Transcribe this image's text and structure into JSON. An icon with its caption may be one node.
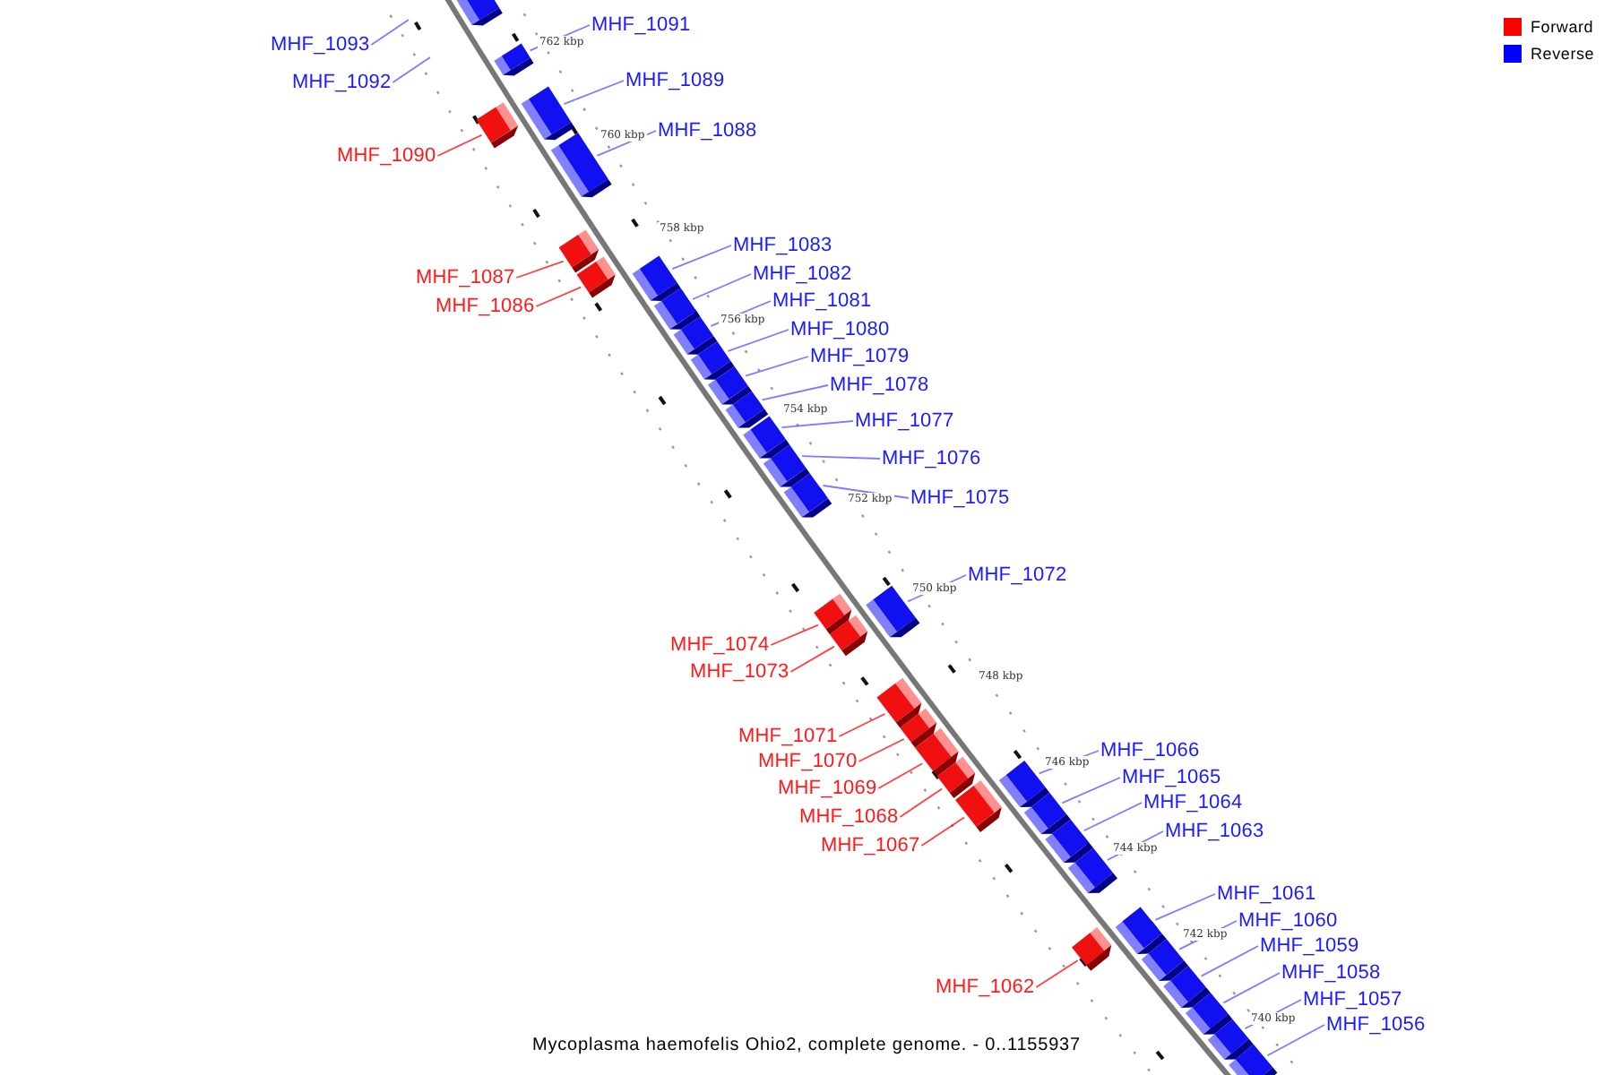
{
  "diagram": {
    "caption": "Mycoplasma haemofelis Ohio2, complete genome. - 0..1155937",
    "nodes": [
      {
        "text": [],
        "shape": "bar"
      },
      {
        "text": [
          "MHF_1093"
        ]
      },
      {
        "text": [
          "MHF_1092"
        ]
      },
      {
        "text": [
          "MHF_1091"
        ]
      },
      {
        "text": [],
        "shape": "bar"
      },
      {
        "text": [
          "MHF_1089"
        ]
      },
      {
        "text": [],
        "shape": "bar"
      },
      {
        "text": [
          "MHF_1090"
        ]
      },
      {
        "text": [],
        "shape": "bar"
      },
      {
        "text": [
          "MHF_1088"
        ]
      },
      {
        "text": [],
        "shape": "bar"
      },
      {
        "text": [
          "MHF_1087"
        ]
      },
      {
        "text": [],
        "shape": "bar"
      },
      {
        "text": [
          "MHF_1086"
        ]
      },
      {
        "text": [],
        "shape": "bar"
      },
      {
        "text": [
          "MHF_1083"
        ]
      },
      {
        "text": [],
        "shape": "bar"
      },
      {
        "text": [
          "MHF_1082"
        ]
      },
      {
        "text": [],
        "shape": "bar"
      },
      {
        "text": [
          "MHF_1081"
        ]
      },
      {
        "text": [],
        "shape": "bar"
      },
      {
        "text": [
          "MHF_1080"
        ]
      },
      {
        "text": [],
        "shape": "bar"
      },
      {
        "text": [
          "MHF_1079"
        ]
      },
      {
        "text": [],
        "shape": "bar"
      },
      {
        "text": [
          "MHF_1078"
        ]
      },
      {
        "text": [],
        "shape": "bar"
      },
      {
        "text": [
          "MHF_1077"
        ]
      },
      {
        "text": [],
        "shape": "bar"
      },
      {
        "text": [
          "MHF_1076"
        ]
      },
      {
        "text": [],
        "shape": "bar"
      },
      {
        "text": [
          "MHF_1075"
        ]
      },
      {
        "text": [],
        "shape": "bar"
      },
      {
        "text": [
          "MHF_1072"
        ]
      },
      {
        "text": [],
        "shape": "bar"
      },
      {
        "text": [
          "MHF_1074"
        ]
      },
      {
        "text": [],
        "shape": "bar"
      },
      {
        "text": [
          "MHF_1073"
        ]
      },
      {
        "text": [],
        "shape": "bar"
      },
      {
        "text": [
          "MHF_1071"
        ]
      },
      {
        "text": [],
        "shape": "bar"
      },
      {
        "text": [
          "MHF_1070"
        ]
      },
      {
        "text": [],
        "shape": "bar"
      },
      {
        "text": [
          "MHF_1069"
        ]
      },
      {
        "text": [],
        "shape": "bar"
      },
      {
        "text": [
          "MHF_1068"
        ]
      },
      {
        "text": [],
        "shape": "bar"
      },
      {
        "text": [
          "MHF_1067"
        ]
      },
      {
        "text": [],
        "shape": "bar"
      },
      {
        "text": [
          "MHF_1066"
        ]
      },
      {
        "text": [],
        "shape": "bar"
      },
      {
        "text": [
          "MHF_1065"
        ]
      },
      {
        "text": [],
        "shape": "bar"
      },
      {
        "text": [
          "MHF_1064"
        ]
      },
      {
        "text": [],
        "shape": "bar"
      },
      {
        "text": [
          "MHF_1063"
        ]
      },
      {
        "text": [],
        "shape": "bar"
      },
      {
        "text": [
          "MHF_1061"
        ]
      },
      {
        "text": [],
        "shape": "bar"
      },
      {
        "text": [
          "MHF_1062"
        ]
      },
      {
        "text": [],
        "shape": "bar"
      },
      {
        "text": [
          "MHF_1060"
        ]
      },
      {
        "text": [],
        "shape": "bar"
      },
      {
        "text": [
          "MHF_1059"
        ]
      },
      {
        "text": [],
        "shape": "bar"
      },
      {
        "text": [
          "MHF_1058"
        ]
      },
      {
        "text": [],
        "shape": "bar"
      },
      {
        "text": [
          "MHF_1057"
        ]
      },
      {
        "text": [],
        "shape": "bar"
      },
      {
        "text": [
          "MHF_1056"
        ]
      },
      {
        "text": [],
        "shape": "bar"
      }
    ],
    "edges": [
      {
        "from": 1,
        "to": null,
        "arrow": "none"
      },
      {
        "from": 2,
        "to": null,
        "arrow": "none"
      },
      {
        "from": 3,
        "to": 4,
        "arrow": "none"
      },
      {
        "from": 5,
        "to": 6,
        "arrow": "none"
      },
      {
        "from": 7,
        "to": 8,
        "arrow": "none",
        "color": "#ff0000"
      },
      {
        "from": 9,
        "to": 10,
        "arrow": "none"
      },
      {
        "from": 11,
        "to": 12,
        "arrow": "none",
        "color": "#ff0000"
      },
      {
        "from": 13,
        "to": 14,
        "arrow": "none",
        "color": "#ff0000"
      },
      {
        "from": 15,
        "to": 16,
        "arrow": "none"
      },
      {
        "from": 17,
        "to": 18,
        "arrow": "none"
      },
      {
        "from": 19,
        "to": 20,
        "arrow": "none"
      },
      {
        "from": 21,
        "to": 22,
        "arrow": "none"
      },
      {
        "from": 23,
        "to": 24,
        "arrow": "none"
      },
      {
        "from": 25,
        "to": 26,
        "arrow": "none"
      },
      {
        "from": 27,
        "to": 28,
        "arrow": "none"
      },
      {
        "from": 29,
        "to": 30,
        "arrow": "none"
      },
      {
        "from": 31,
        "to": 32,
        "arrow": "none"
      },
      {
        "from": 33,
        "to": 34,
        "arrow": "none"
      },
      {
        "from": 35,
        "to": 36,
        "arrow": "none",
        "color": "#ff0000"
      },
      {
        "from": 37,
        "to": 38,
        "arrow": "none",
        "color": "#ff0000"
      },
      {
        "from": 39,
        "to": 40,
        "arrow": "none",
        "color": "#ff0000"
      },
      {
        "from": 41,
        "to": 42,
        "arrow": "none",
        "color": "#ff0000"
      },
      {
        "from": 43,
        "to": 44,
        "arrow": "none",
        "color": "#ff0000"
      },
      {
        "from": 45,
        "to": 46,
        "arrow": "none",
        "color": "#ff0000"
      },
      {
        "from": 47,
        "to": 48,
        "arrow": "none",
        "color": "#ff0000"
      },
      {
        "from": 49,
        "to": 50,
        "arrow": "none"
      },
      {
        "from": 51,
        "to": 52,
        "arrow": "none"
      },
      {
        "from": 53,
        "to": 54,
        "arrow": "none"
      },
      {
        "from": 55,
        "to": 56,
        "arrow": "none"
      },
      {
        "from": 57,
        "to": 58,
        "arrow": "none"
      },
      {
        "from": 59,
        "to": 60,
        "arrow": "none",
        "color": "#ff0000"
      },
      {
        "from": 61,
        "to": 62,
        "arrow": "none"
      },
      {
        "from": 63,
        "to": 64,
        "arrow": "none"
      },
      {
        "from": 65,
        "to": 66,
        "arrow": "none"
      },
      {
        "from": 67,
        "to": 68,
        "arrow": "none"
      },
      {
        "from": 69,
        "to": 70,
        "arrow": "none"
      }
    ],
    "labels": [
      "762 kbp",
      "760 kbp",
      "758 kbp",
      "756 kbp",
      "754 kbp",
      "752 kbp",
      "750 kbp",
      "748 kbp",
      "746 kbp",
      "744 kbp",
      "742 kbp",
      "740 kbp"
    ],
    "legend": [
      {
        "text": "Forward",
        "color": "#ff0000"
      },
      {
        "text": "Reverse",
        "color": "#0000ff"
      }
    ]
  }
}
